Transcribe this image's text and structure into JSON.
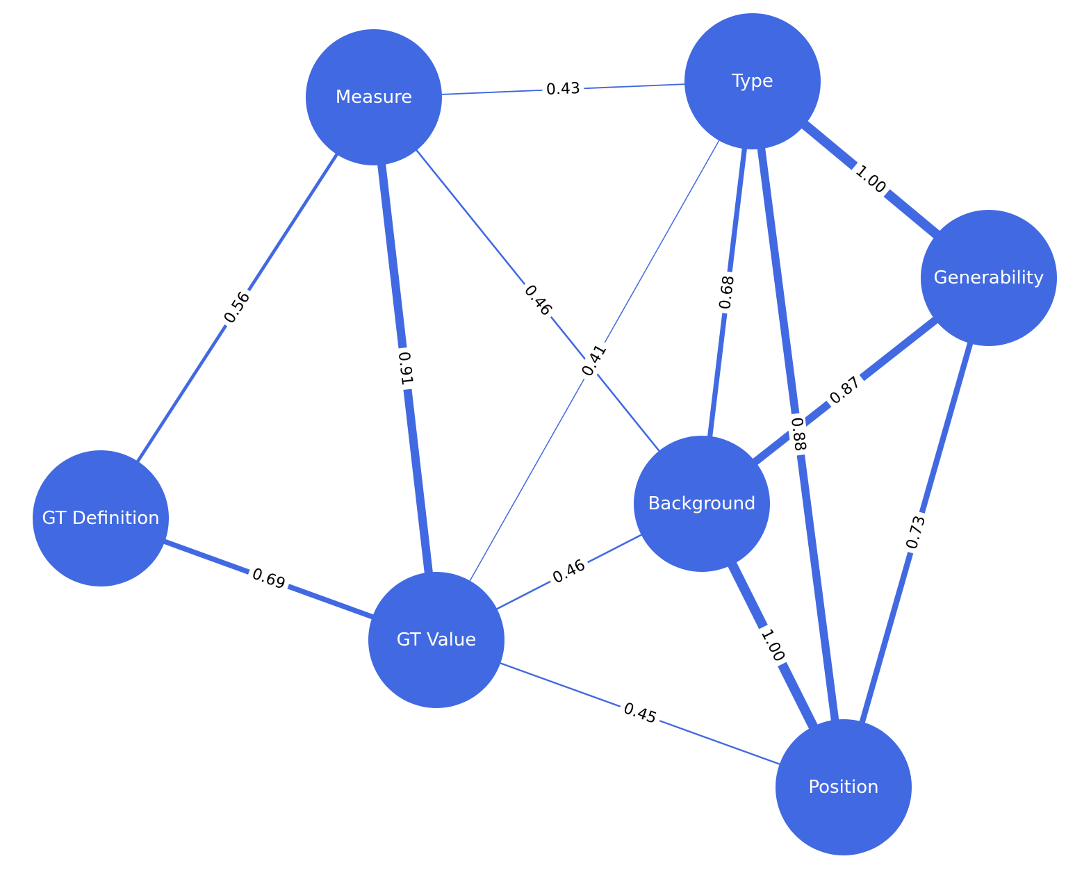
{
  "colors": {
    "node_fill": "#4169e1",
    "edge_stroke": "#4169e1",
    "edge_label_text": "#000000",
    "node_label_text": "#ffffff",
    "background": "#ffffff"
  },
  "nodes": [
    {
      "id": "measure",
      "label": "Measure"
    },
    {
      "id": "type",
      "label": "Type"
    },
    {
      "id": "generability",
      "label": "Generability"
    },
    {
      "id": "gt_definition",
      "label": "GT Definition"
    },
    {
      "id": "background",
      "label": "Background"
    },
    {
      "id": "gt_value",
      "label": "GT Value"
    },
    {
      "id": "position",
      "label": "Position"
    }
  ],
  "edges": [
    {
      "source": "measure",
      "target": "type",
      "weight": "0.43"
    },
    {
      "source": "measure",
      "target": "gt_definition",
      "weight": "0.56"
    },
    {
      "source": "measure",
      "target": "gt_value",
      "weight": "0.91"
    },
    {
      "source": "measure",
      "target": "background",
      "weight": "0.46"
    },
    {
      "source": "type",
      "target": "generability",
      "weight": "1.00"
    },
    {
      "source": "type",
      "target": "background",
      "weight": "0.68"
    },
    {
      "source": "type",
      "target": "position",
      "weight": "0.88"
    },
    {
      "source": "type",
      "target": "gt_value",
      "weight": "0.41"
    },
    {
      "source": "generability",
      "target": "background",
      "weight": "0.87"
    },
    {
      "source": "generability",
      "target": "position",
      "weight": "0.73"
    },
    {
      "source": "gt_definition",
      "target": "gt_value",
      "weight": "0.69"
    },
    {
      "source": "background",
      "target": "gt_value",
      "weight": "0.46"
    },
    {
      "source": "background",
      "target": "position",
      "weight": "1.00"
    },
    {
      "source": "gt_value",
      "target": "position",
      "weight": "0.45"
    }
  ]
}
